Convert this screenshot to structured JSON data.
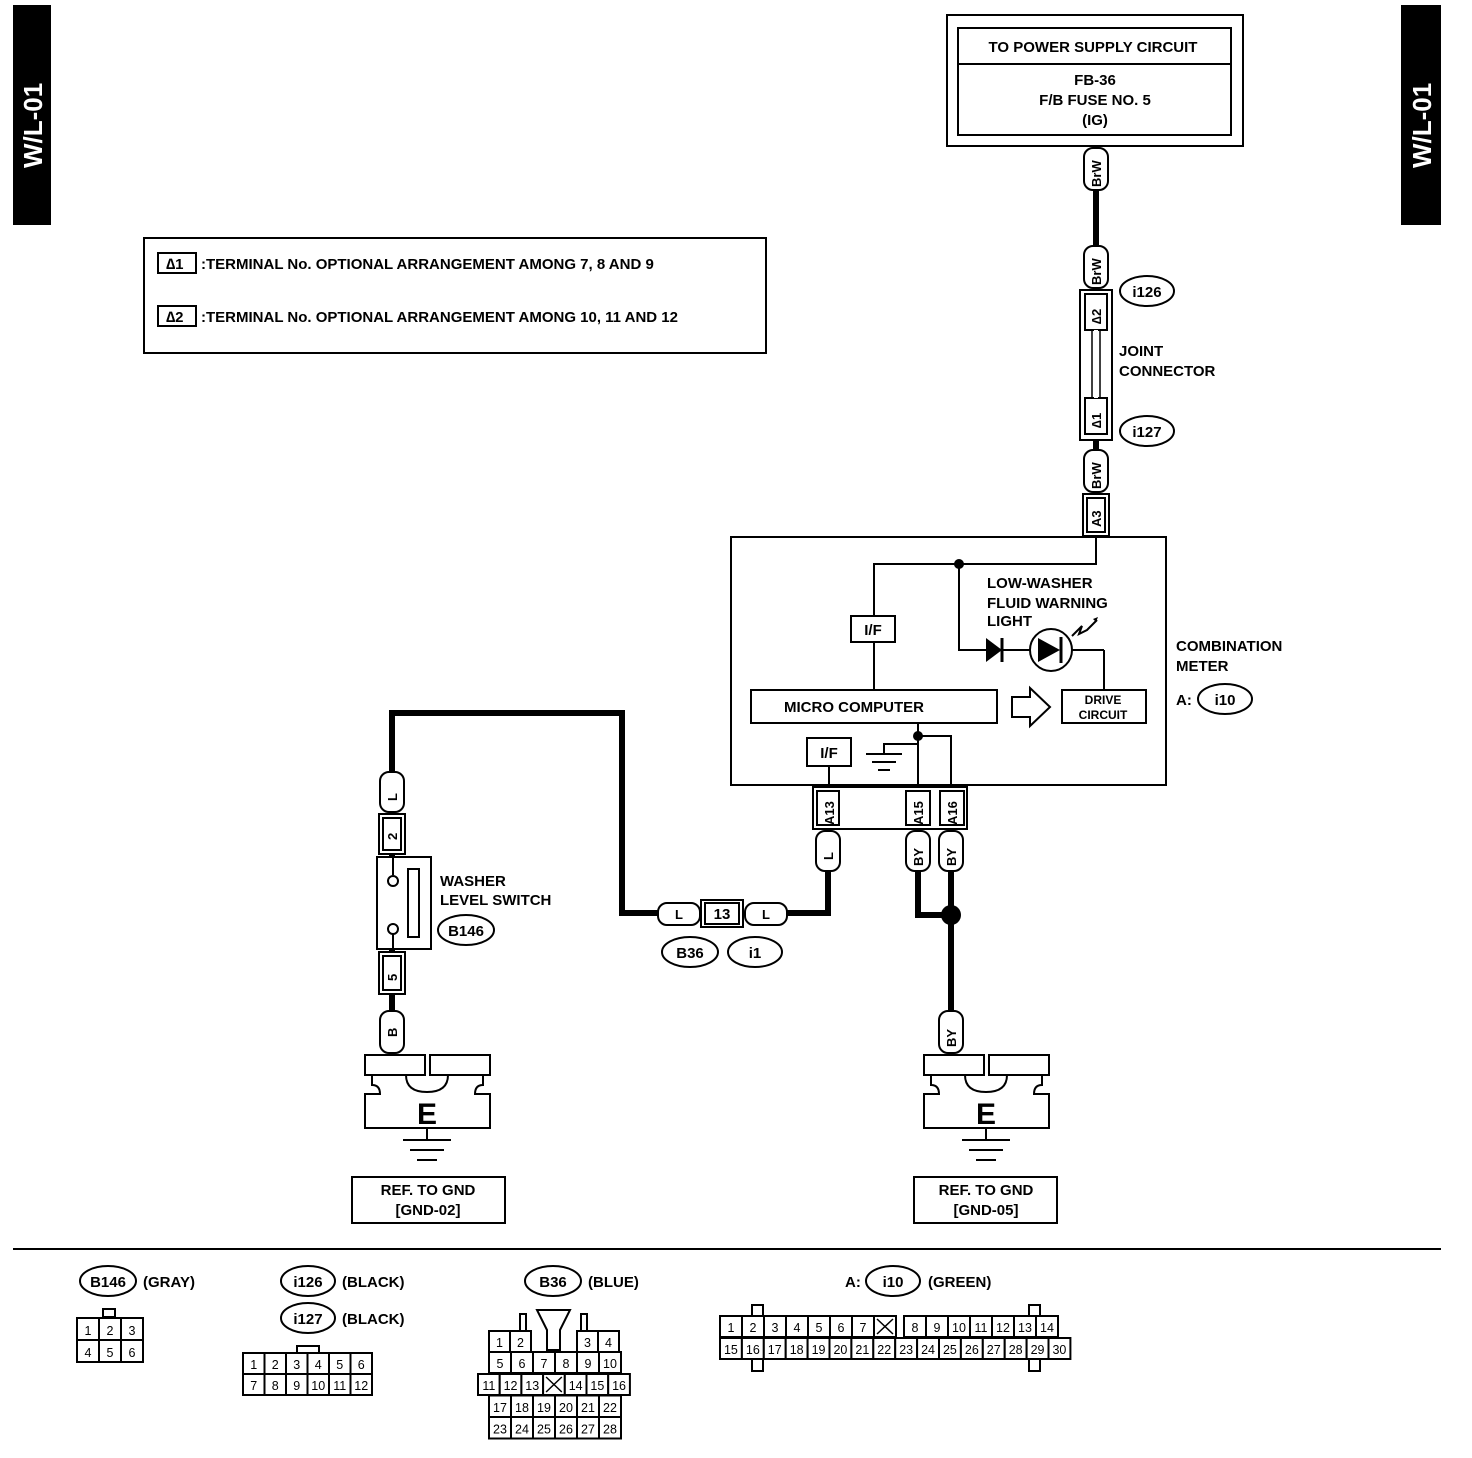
{
  "page_tag": "W/L-01",
  "notes": [
    {
      "mark": "∆1",
      "text": ":TERMINAL No. OPTIONAL ARRANGEMENT AMONG 7, 8 AND 9"
    },
    {
      "mark": "∆2",
      "text": ":TERMINAL No. OPTIONAL ARRANGEMENT AMONG 10, 11 AND 12"
    }
  ],
  "power_supply": {
    "title": "TO POWER SUPPLY CIRCUIT",
    "line1": "FB-36",
    "line2": "F/B FUSE NO. 5",
    "line3": "(IG)"
  },
  "joint_connector": {
    "label1": "JOINT",
    "label2": "CONNECTOR",
    "conn_top": "i126",
    "conn_bottom": "i127",
    "pin_top": "∆2",
    "pin_bottom": "∆1"
  },
  "meter": {
    "label1": "COMBINATION",
    "label2": "METER",
    "conn_prefix": "A:",
    "conn": "i10",
    "warning1": "LOW-WASHER",
    "warning2": "FLUID WARNING",
    "warning3": "LIGHT",
    "micro": "MICRO COMPUTER",
    "drive1": "DRIVE",
    "drive2": "CIRCUIT",
    "if": "I/F",
    "pins": {
      "a3": "A3",
      "a13": "A13",
      "a15": "A15",
      "a16": "A16"
    }
  },
  "switch": {
    "label1": "WASHER",
    "label2": "LEVEL SWITCH",
    "conn": "B146",
    "pin_top": "2",
    "pin_bottom": "5"
  },
  "relay": {
    "pin": "13",
    "conn_left": "B36",
    "conn_right": "i1"
  },
  "wires": {
    "brw": "BrW",
    "l": "L",
    "b": "B",
    "by": "BY"
  },
  "grounds": [
    {
      "mark": "E",
      "ref1": "REF. TO GND",
      "ref2": "[GND-02]"
    },
    {
      "mark": "E",
      "ref1": "REF. TO GND",
      "ref2": "[GND-05]"
    }
  ],
  "connector_views": {
    "b146": {
      "name": "B146",
      "color": "(GRAY)",
      "rows": [
        [
          "1",
          "2",
          "3"
        ],
        [
          "4",
          "5",
          "6"
        ]
      ]
    },
    "i126": {
      "name": "i126",
      "color": "(BLACK)"
    },
    "i127": {
      "name": "i127",
      "color": "(BLACK)",
      "rows": [
        [
          "1",
          "2",
          "3",
          "4",
          "5",
          "6"
        ],
        [
          "7",
          "8",
          "9",
          "10",
          "11",
          "12"
        ]
      ]
    },
    "b36": {
      "name": "B36",
      "color": "(BLUE)",
      "rows": [
        [
          "1",
          "2",
          "",
          "",
          "3",
          "4"
        ],
        [
          "5",
          "6",
          "7",
          "8",
          "9",
          "10"
        ],
        [
          "11",
          "12",
          "13",
          "",
          "14",
          "15",
          "16"
        ],
        [
          "17",
          "18",
          "19",
          "20",
          "21",
          "22"
        ],
        [
          "23",
          "24",
          "25",
          "26",
          "27",
          "28"
        ]
      ]
    },
    "i10": {
      "prefix": "A:",
      "name": "i10",
      "color": "(GREEN)",
      "rows": [
        [
          "1",
          "2",
          "3",
          "4",
          "5",
          "6",
          "7",
          "",
          "8",
          "9",
          "10",
          "11",
          "12",
          "13",
          "14"
        ],
        [
          "15",
          "16",
          "17",
          "18",
          "19",
          "20",
          "21",
          "22",
          "23",
          "24",
          "25",
          "26",
          "27",
          "28",
          "29",
          "30"
        ]
      ]
    }
  }
}
